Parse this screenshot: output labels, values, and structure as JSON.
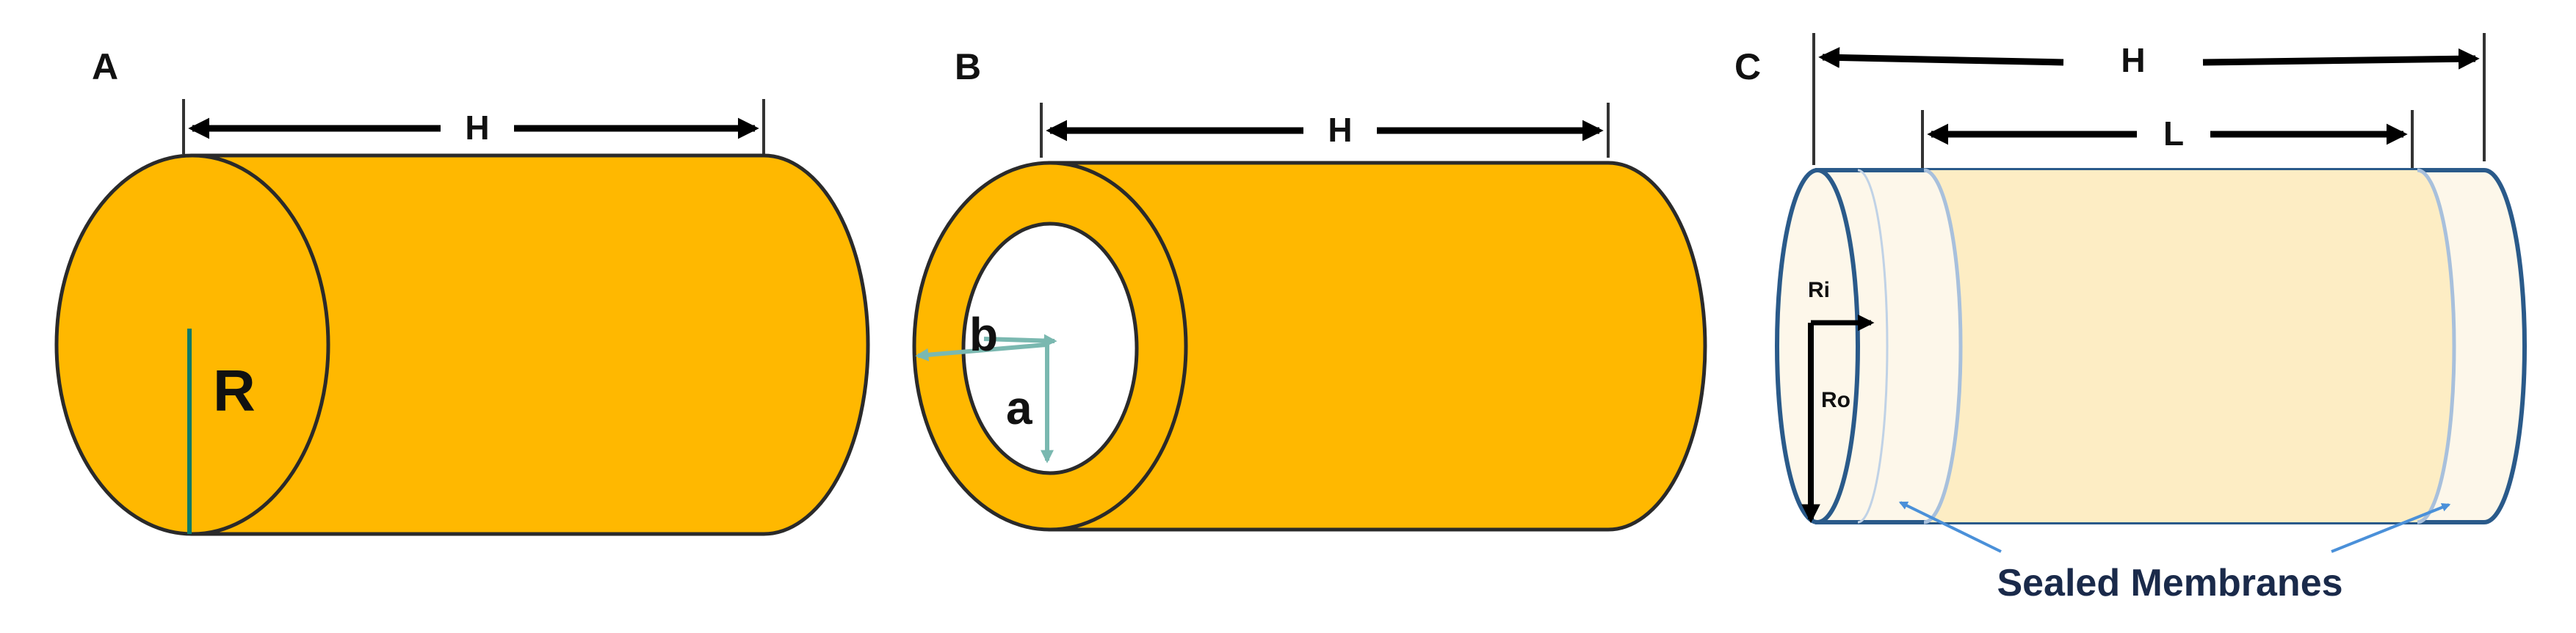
{
  "panels": {
    "a": {
      "letter": "A",
      "length_label": "H",
      "radius_label": "R"
    },
    "b": {
      "letter": "B",
      "length_label": "H",
      "outer_radius_label": "b",
      "inner_radius_label": "a"
    },
    "c": {
      "letter": "C",
      "total_length_label": "H",
      "membrane_length_label": "L",
      "inner_radius_label": "Ri",
      "outer_radius_label": "Ro",
      "membrane_caption": "Sealed Membranes"
    }
  },
  "colors": {
    "solid_fill": "#FFB800",
    "outline": "#2a2a2a",
    "radius_line_a": "#0a7a6a",
    "radius_arrows_b": "#7ab8b0",
    "tube_outline_c": "#2a5a8a",
    "membrane_fill_c": "#fdedc4",
    "membrane_edge_c": "#a8c0dc",
    "tube_fill_c": "#fdf7ea",
    "arrow": "#000000",
    "membrane_pointer": "#4a90d9"
  }
}
